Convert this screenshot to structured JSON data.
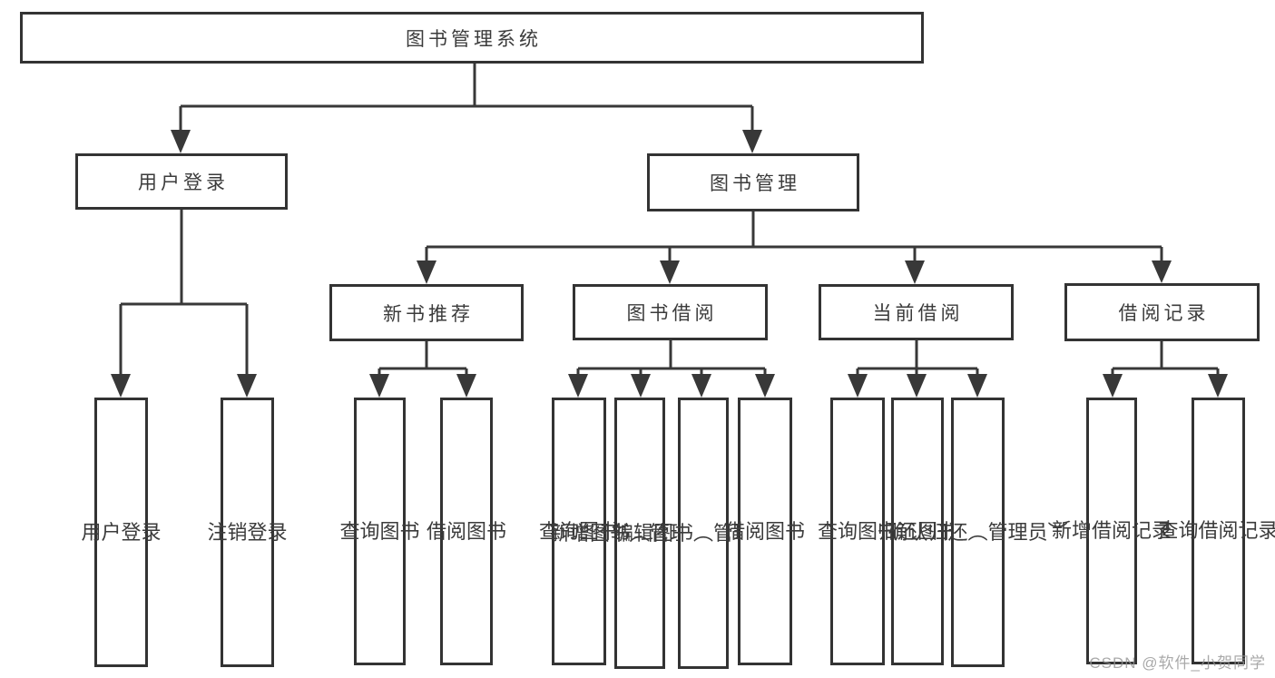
{
  "colors": {
    "line": "#383838",
    "box_border": "#333333",
    "text": "#3b3b3b",
    "background": "#ffffff",
    "watermark": "#949494"
  },
  "watermark": {
    "text": "CSDN @软件_小贺同学"
  },
  "diagram": {
    "root": {
      "label": "图书管理系统",
      "children": [
        {
          "label": "用户登录",
          "children": [
            {
              "label": "用户登录"
            },
            {
              "label": "注销登录"
            }
          ]
        },
        {
          "label": "图书管理",
          "children": [
            {
              "label": "新书推荐",
              "children": [
                {
                  "label": "查询图书"
                },
                {
                  "label": "借阅图书"
                }
              ]
            },
            {
              "label": "图书借阅",
              "children": [
                {
                  "label": "查询图书"
                },
                {
                  "label": "新增图书（管理员）"
                },
                {
                  "label": "编辑图书（管理员）"
                },
                {
                  "label": "借阅图书"
                }
              ]
            },
            {
              "label": "当前借阅",
              "children": [
                {
                  "label": "查询图书"
                },
                {
                  "label": "归还图书"
                },
                {
                  "label": "确认归还（管理员）"
                }
              ]
            },
            {
              "label": "借阅记录",
              "children": [
                {
                  "label": "新增借阅记录"
                },
                {
                  "label": "查询借阅记录"
                }
              ]
            }
          ]
        }
      ]
    }
  }
}
